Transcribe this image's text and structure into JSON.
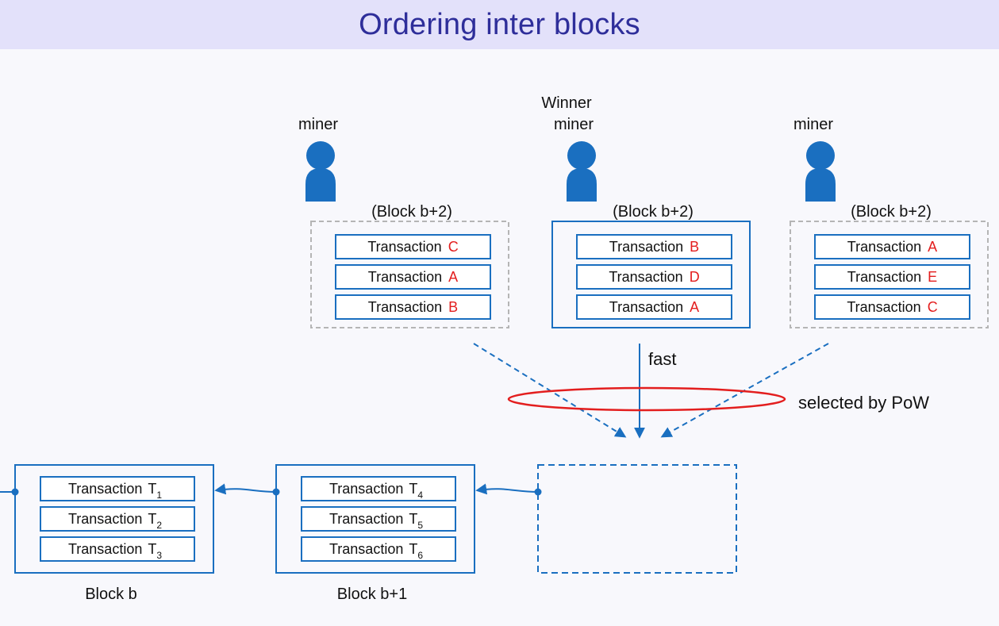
{
  "title": "Ordering inter blocks",
  "colors": {
    "accent_blue": "#1a6fc0",
    "highlight_red": "#e31e1e",
    "dashed_gray": "#b5b5b5",
    "ellipse_red": "#e31e1e",
    "title_color": "#2e2e9a",
    "title_bg": "#e3e1fa"
  },
  "tx_word": "Transaction",
  "miners": [
    {
      "label_lines": [
        "miner"
      ],
      "block_label": "(Block b+2)",
      "selected": false,
      "tx_ids": [
        "C",
        "A",
        "B"
      ]
    },
    {
      "label_lines": [
        "Winner",
        "miner"
      ],
      "block_label": "(Block b+2)",
      "selected": true,
      "tx_ids": [
        "B",
        "D",
        "A"
      ]
    },
    {
      "label_lines": [
        "miner"
      ],
      "block_label": "(Block b+2)",
      "selected": false,
      "tx_ids": [
        "A",
        "E",
        "C"
      ]
    }
  ],
  "fast_label": "fast",
  "pow_label": "selected by PoW",
  "chain": [
    {
      "label": "Block b",
      "txs": [
        {
          "letter": "T",
          "sub": "1"
        },
        {
          "letter": "T",
          "sub": "2"
        },
        {
          "letter": "T",
          "sub": "3"
        }
      ]
    },
    {
      "label": "Block b+1",
      "txs": [
        {
          "letter": "T",
          "sub": "4"
        },
        {
          "letter": "T",
          "sub": "5"
        },
        {
          "letter": "T",
          "sub": "6"
        }
      ]
    }
  ]
}
